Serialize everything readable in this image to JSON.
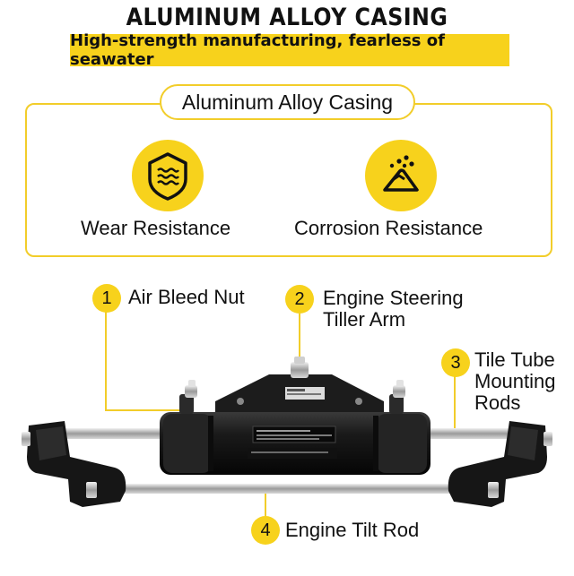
{
  "header": {
    "title": "ALUMINUM ALLOY CASING",
    "subtitle": "High-strength manufacturing, fearless of seawater"
  },
  "features": {
    "heading": "Aluminum Alloy Casing",
    "items": [
      {
        "label": "Wear Resistance",
        "icon": "wear-resistance-icon"
      },
      {
        "label": "Corrosion Resistance",
        "icon": "corrosion-resistance-icon"
      }
    ]
  },
  "callouts": [
    {
      "number": "1",
      "label": "Air Bleed Nut"
    },
    {
      "number": "2",
      "label_line1": "Engine Steering",
      "label_line2": "Tiller Arm"
    },
    {
      "number": "3",
      "label_line1": "Tile Tube",
      "label_line2": "Mounting",
      "label_line3": "Rods"
    },
    {
      "number": "4",
      "label": "Engine Tilt Rod"
    }
  ],
  "colors": {
    "accent": "#f7d21c",
    "frame": "#f2cd2a",
    "text": "#111111"
  }
}
